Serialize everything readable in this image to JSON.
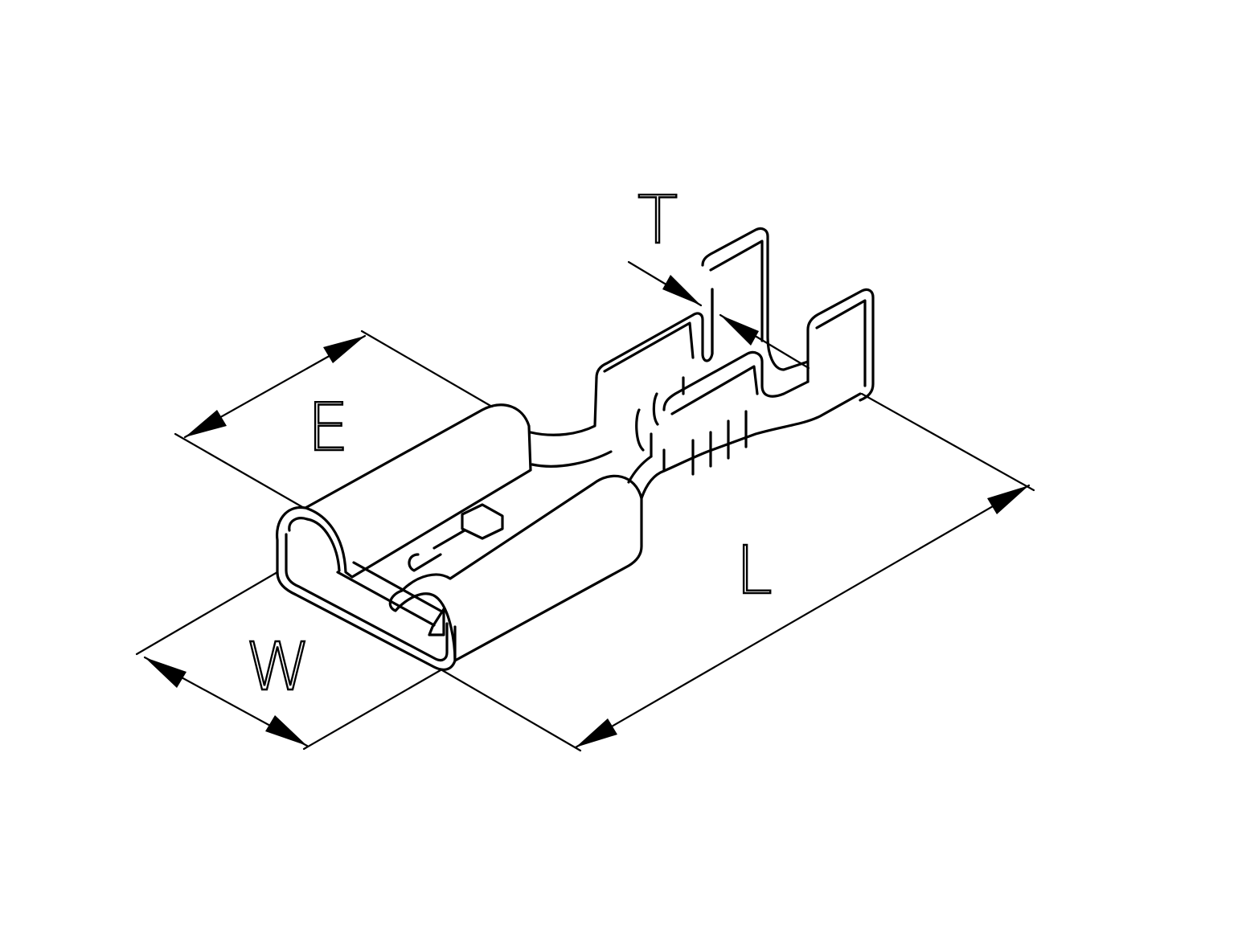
{
  "diagram": {
    "labels": {
      "T": "T",
      "E": "E",
      "W": "W",
      "L": "L"
    },
    "colors": {
      "ink": "#000000",
      "background": "#ffffff"
    }
  }
}
